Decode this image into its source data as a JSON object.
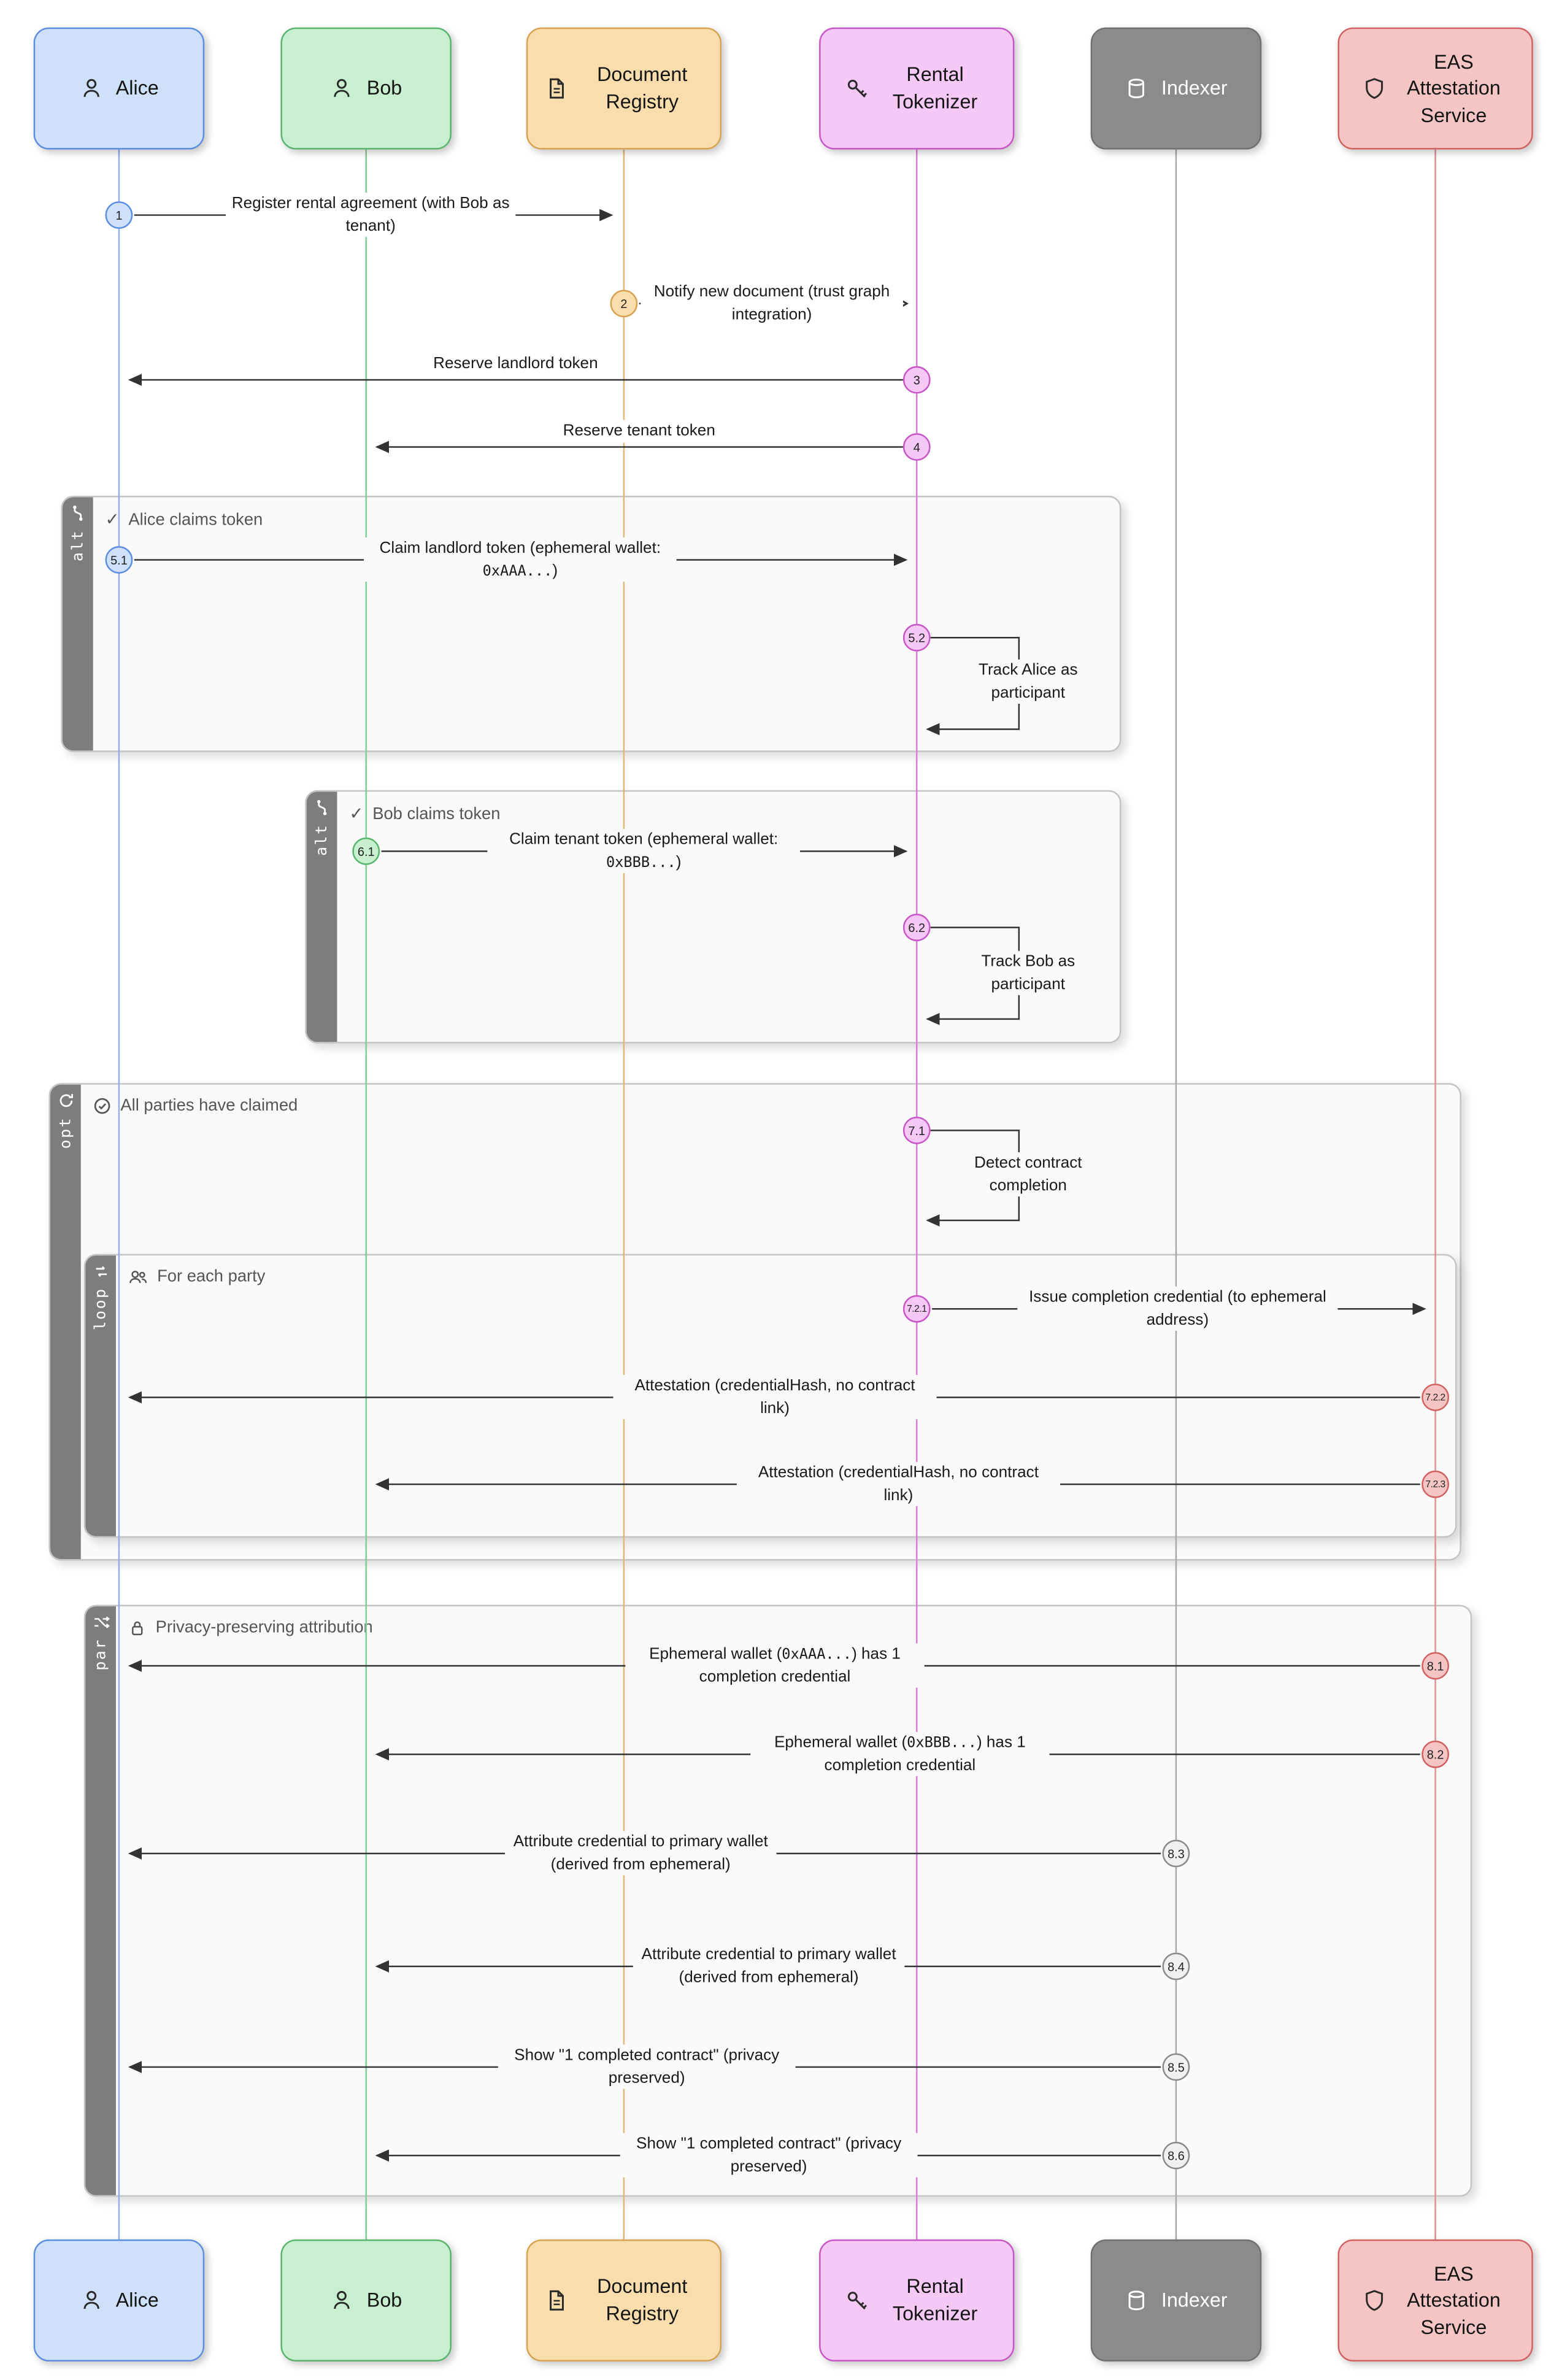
{
  "diagram": {
    "actors": [
      {
        "id": "alice",
        "label": "Alice",
        "icon": "person-icon",
        "fill": "#cfe0fb",
        "border": "#5c8ee0"
      },
      {
        "id": "bob",
        "label": "Bob",
        "icon": "person-icon",
        "fill": "#c8f0d0",
        "border": "#58b56e"
      },
      {
        "id": "document-registry",
        "label": "Document Registry",
        "icon": "document-icon",
        "fill": "#faddad",
        "border": "#d9a250"
      },
      {
        "id": "rental-tokenizer",
        "label": "Rental Tokenizer",
        "icon": "key-icon",
        "fill": "#f5c8f5",
        "border": "#c856c8"
      },
      {
        "id": "indexer",
        "label": "Indexer",
        "icon": "database-icon",
        "fill": "#8b8b8b",
        "border": "#707070"
      },
      {
        "id": "eas",
        "label": "EAS Attestation Service",
        "icon": "shield-icon",
        "fill": "#f5c5c5",
        "border": "#d26262"
      }
    ],
    "blocks": {
      "alt_alice": {
        "tab": "alt",
        "icon": "branch-icon",
        "header_icon": "check-icon",
        "title": "Alice claims token"
      },
      "alt_bob": {
        "tab": "alt",
        "icon": "branch-icon",
        "header_icon": "check-icon",
        "title": "Bob claims token"
      },
      "opt": {
        "tab": "opt",
        "icon": "refresh-icon",
        "header_icon": "circle-check-icon",
        "title": "All parties have claimed"
      },
      "loop": {
        "tab": "loop",
        "icon": "loop-icon",
        "header_icon": "people-icon",
        "title": "For each party"
      },
      "par": {
        "tab": "par",
        "icon": "shuffle-icon",
        "header_icon": "lock-icon",
        "title": "Privacy-preserving attribution"
      }
    },
    "messages": [
      {
        "num": "1",
        "from": "alice",
        "to": "document-registry",
        "label": "Register rental agreement (with Bob as tenant)"
      },
      {
        "num": "2",
        "from": "document-registry",
        "to": "rental-tokenizer",
        "label": "Notify new document (trust graph integration)"
      },
      {
        "num": "3",
        "from": "rental-tokenizer",
        "to": "alice",
        "label": "Reserve landlord token"
      },
      {
        "num": "4",
        "from": "rental-tokenizer",
        "to": "bob",
        "label": "Reserve tenant token"
      },
      {
        "num": "5.1",
        "from": "alice",
        "to": "rental-tokenizer",
        "label": "Claim landlord token (ephemeral wallet: 0xAAA...)"
      },
      {
        "num": "5.2",
        "from": "rental-tokenizer",
        "to": "rental-tokenizer",
        "label": "Track Alice as participant"
      },
      {
        "num": "6.1",
        "from": "bob",
        "to": "rental-tokenizer",
        "label": "Claim tenant token (ephemeral wallet: 0xBBB...)"
      },
      {
        "num": "6.2",
        "from": "rental-tokenizer",
        "to": "rental-tokenizer",
        "label": "Track Bob as participant"
      },
      {
        "num": "7.1",
        "from": "rental-tokenizer",
        "to": "rental-tokenizer",
        "label": "Detect contract completion"
      },
      {
        "num": "7.2.1",
        "from": "rental-tokenizer",
        "to": "eas",
        "label": "Issue completion credential (to ephemeral address)"
      },
      {
        "num": "7.2.2",
        "from": "eas",
        "to": "alice",
        "label": "Attestation (credentialHash, no contract link)"
      },
      {
        "num": "7.2.3",
        "from": "eas",
        "to": "bob",
        "label": "Attestation (credentialHash, no contract link)"
      },
      {
        "num": "8.1",
        "from": "eas",
        "to": "alice",
        "label": "Ephemeral wallet (0xAAA...) has 1 completion credential"
      },
      {
        "num": "8.2",
        "from": "eas",
        "to": "bob",
        "label": "Ephemeral wallet (0xBBB...) has 1 completion credential"
      },
      {
        "num": "8.3",
        "from": "indexer",
        "to": "alice",
        "label": "Attribute credential to primary wallet (derived from ephemeral)"
      },
      {
        "num": "8.4",
        "from": "indexer",
        "to": "bob",
        "label": "Attribute credential to primary wallet (derived from ephemeral)"
      },
      {
        "num": "8.5",
        "from": "indexer",
        "to": "alice",
        "label": "Show \"1 completed contract\" (privacy preserved)"
      },
      {
        "num": "8.6",
        "from": "indexer",
        "to": "bob",
        "label": "Show \"1 completed contract\" (privacy preserved)"
      }
    ],
    "colors": {
      "alice_fill": "#cfe0fb",
      "alice_border": "#5c8ee0",
      "bob_fill": "#c8f0d0",
      "bob_border": "#58b56e",
      "registry_fill": "#faddad",
      "registry_border": "#d9a250",
      "tokenizer_fill": "#f5c8f5",
      "tokenizer_border": "#c856c8",
      "indexer_fill": "#8b8b8b",
      "indexer_border": "#707070",
      "eas_fill": "#f5c5c5",
      "eas_border": "#d26262",
      "frame_tab_bg": "#7d7d7d",
      "frame_bg": "#fafafa",
      "arrow_color": "#333333"
    }
  }
}
